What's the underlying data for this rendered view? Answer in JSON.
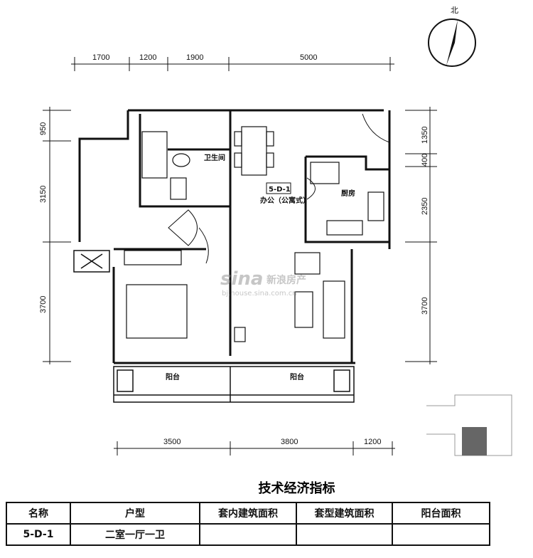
{
  "compass": {
    "north_label": "北"
  },
  "dimensions": {
    "top": [
      "1700",
      "1200",
      "1900",
      "5000"
    ],
    "left": [
      "950",
      "3150",
      "3700"
    ],
    "right": [
      "1350",
      "400",
      "2350",
      "3700"
    ],
    "bottom": [
      "3500",
      "3800",
      "1200"
    ]
  },
  "rooms": {
    "bathroom": "卫生间",
    "kitchen": "厨房",
    "unit_code": "5-D-1",
    "unit_use": "办公（公寓式）",
    "balcony_left": "阳台",
    "balcony_right": "阳台"
  },
  "watermark": {
    "brand": "sina",
    "brand_cn": "新浪房产",
    "url": "bj.house.sina.com.cn"
  },
  "table": {
    "title": "技术经济指标",
    "headers": [
      "名称",
      "户型",
      "套内建筑面积",
      "套型建筑面积",
      "阳台面积"
    ],
    "rows": [
      [
        "5-D-1",
        "二室一厅一卫",
        "",
        "",
        ""
      ]
    ]
  }
}
